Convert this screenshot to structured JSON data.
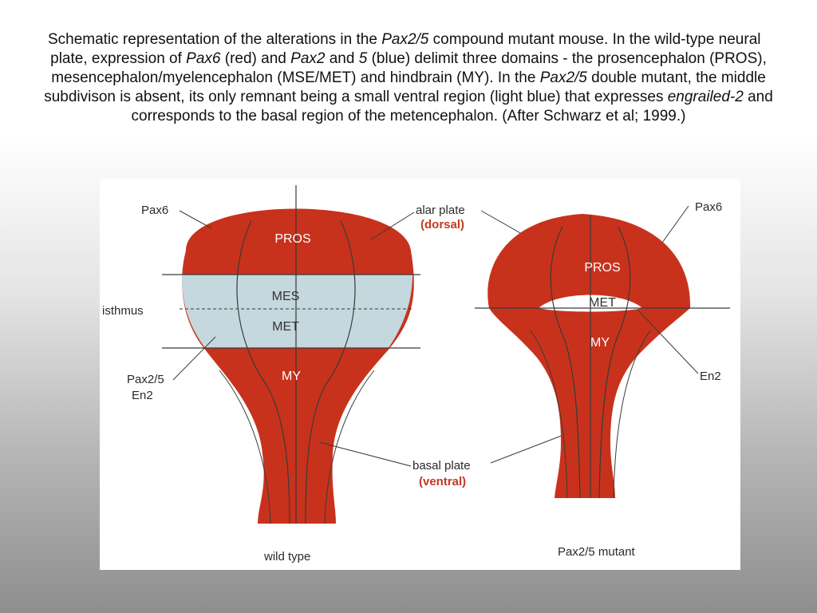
{
  "caption": {
    "s1": "Schematic representation of the alterations in the ",
    "g1": "Pax2/5",
    "s2": " compound mutant mouse. In the wild-type neural   plate, expression of ",
    "g2": "Pax6",
    "s3": " (red) and ",
    "g3": "Pax2",
    "s4": " and ",
    "g4": "5",
    "s5": " (blue) delimit three domains - the prosencephalon (PROS), mesencephalon/myelencephalon (MSE/MET) and hindbrain (MY). In the ",
    "g5": "Pax2/5",
    "s6": " double mutant, the middle subdivison is absent, its only remnant being a small ventral region (light blue) that expresses ",
    "g6": "engrailed-2",
    "s7": " and corresponds to the basal region of the metencephalon. (After Schwarz et al; 1999.)"
  },
  "figure": {
    "colors": {
      "red": "#c8321c",
      "light_blue": "#c4d8de",
      "line": "#3a3a3a"
    },
    "labels": {
      "pax6_left": "Pax6",
      "alar_plate": "alar plate",
      "dorsal": "(dorsal)",
      "pax6_right": "Pax6",
      "isthmus": "isthmus",
      "pax25": "Pax2/5",
      "en2_left": "En2",
      "en2_right": "En2",
      "basal_plate": "basal plate",
      "ventral": "(ventral)",
      "wild_type": "wild type",
      "mutant": "Pax2/5 mutant"
    },
    "regions": {
      "wt_pros": "PROS",
      "wt_mes": "MES",
      "wt_met": "MET",
      "wt_my": "MY",
      "mut_pros": "PROS",
      "mut_met": "MET",
      "mut_my": "MY"
    }
  }
}
